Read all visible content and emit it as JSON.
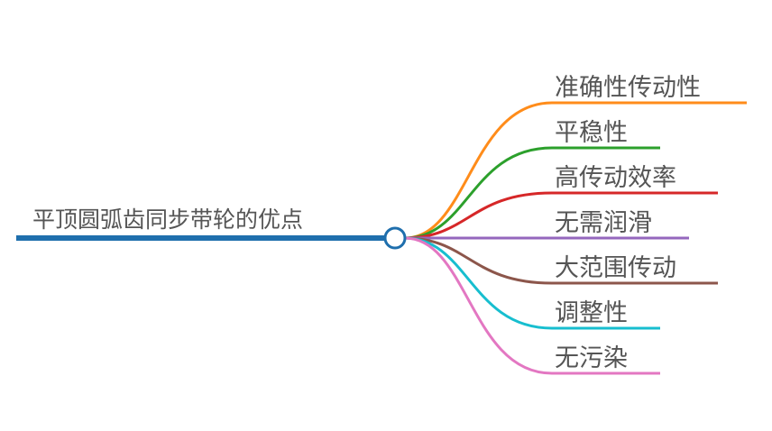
{
  "root": {
    "label": "平顶圆弧齿同步带轮的优点",
    "color": "#1f6fad"
  },
  "branches": [
    {
      "label": "准确性传动性",
      "color": "#ff8c1a"
    },
    {
      "label": "平稳性",
      "color": "#2ca02c"
    },
    {
      "label": "高传动效率",
      "color": "#d62728"
    },
    {
      "label": "无需润滑",
      "color": "#9467bd"
    },
    {
      "label": "大范围传动",
      "color": "#8c564b"
    },
    {
      "label": "调整性",
      "color": "#17becf"
    },
    {
      "label": "无污染",
      "color": "#e377c2"
    }
  ]
}
